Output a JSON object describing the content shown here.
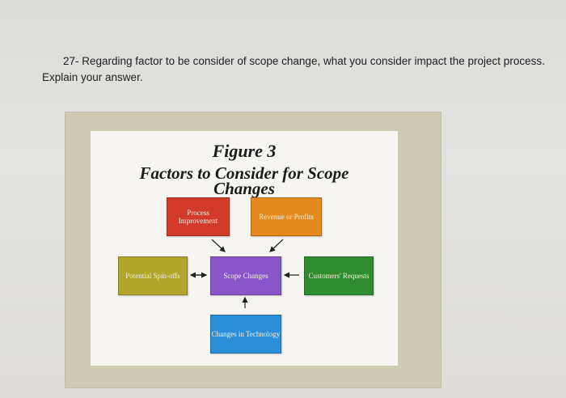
{
  "question": {
    "line1": "27- Regarding factor to be consider of scope change, what you consider impact the project process.",
    "line2": "Explain your answer."
  },
  "figure": {
    "title_line1": "Figure 3",
    "title_line2": "Factors to Consider for Scope",
    "title_line3": "Changes",
    "boxes": {
      "process": "Process Improvement",
      "revenue": "Revenue or Profits",
      "potential": "Potential Spin-offs",
      "scope": "Scope Changes",
      "customers": "Customers' Requests",
      "technology": "Changes in Technology"
    },
    "colors": {
      "process": "#d23a2a",
      "revenue": "#e48a1e",
      "potential": "#b1a52b",
      "scope": "#8b56c9",
      "customers": "#2f8d2f",
      "technology": "#2a8ed8"
    }
  }
}
